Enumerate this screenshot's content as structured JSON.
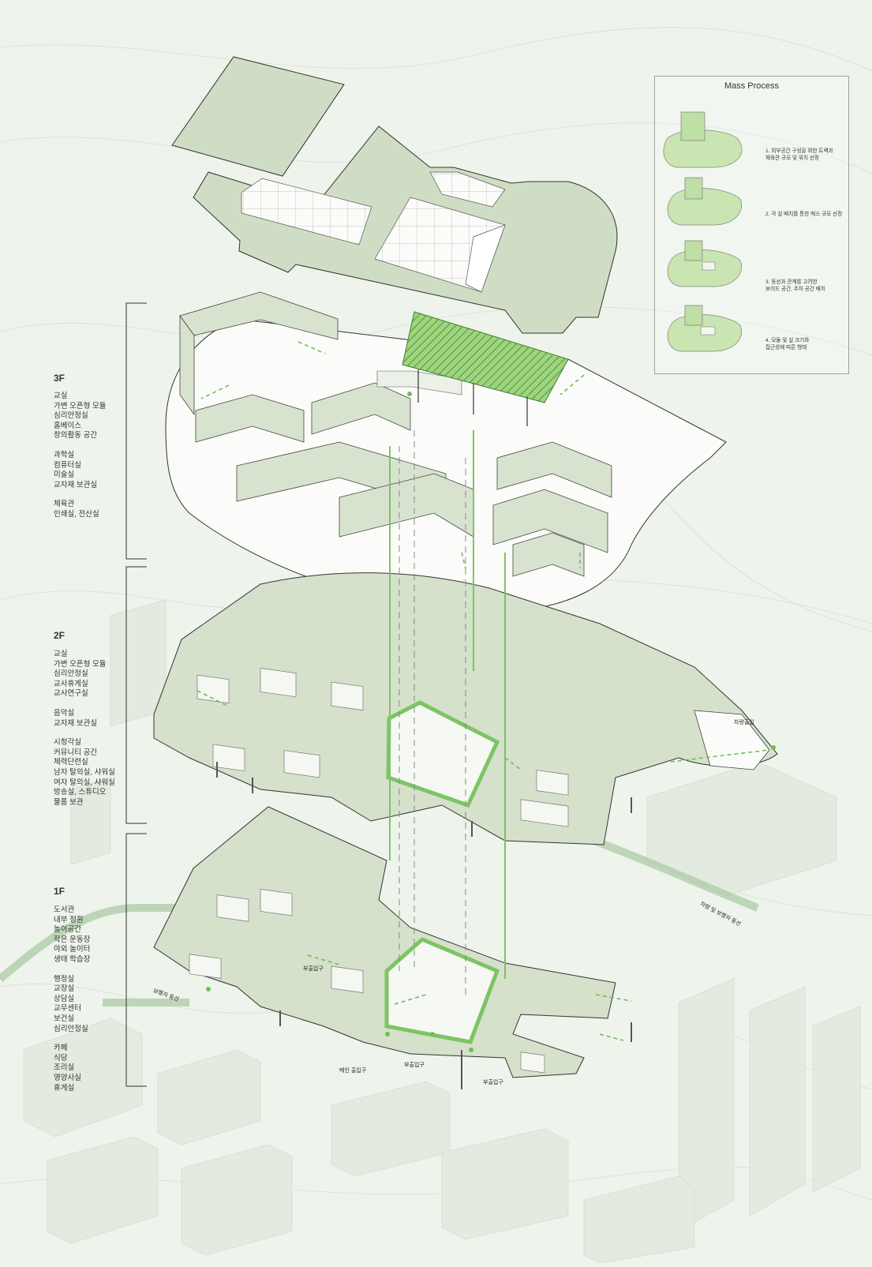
{
  "floors": [
    {
      "title": "3F",
      "groups": [
        [
          "교실",
          "가변 오픈형 모듈",
          "심리안정실",
          "홈베이스",
          "창의활동 공간"
        ],
        [
          "과학실",
          "컴퓨터실",
          "미술실",
          "교자재 보관실"
        ],
        [
          "체육관",
          "인쇄실, 전산실"
        ]
      ]
    },
    {
      "title": "2F",
      "groups": [
        [
          "교실",
          "가변 오픈형 모듈",
          "심리안정실",
          "교사휴게실",
          "교사연구실"
        ],
        [
          "음악실",
          "교자재 보관실"
        ],
        [
          "시청각실",
          "커뮤니티 공간",
          "체력단련실",
          "남자 탈의실, 샤워실",
          "여자 탈의실, 샤워실",
          "방송실, 스튜디오",
          "물품 보관"
        ]
      ]
    },
    {
      "title": "1F",
      "groups": [
        [
          "도서관",
          "내부 정원",
          "놀이공간",
          "작은 운동장",
          "야외 놀이터",
          "생태 학습장"
        ],
        [
          "행정실",
          "교장실",
          "상담실",
          "교무센터",
          "보건실",
          "심리안정실"
        ],
        [
          "카페",
          "식당",
          "조리실",
          "영양사실",
          "휴게실"
        ]
      ]
    }
  ],
  "mass_process": {
    "title": "Mass Process",
    "steps": [
      {
        "caption": [
          "1. 외부공간 구성을 위한 트랙과",
          "    체육관 규모 및 위치 선정"
        ]
      },
      {
        "caption": [
          "2. 각 실 배치를 통한 매스 규모 선정"
        ]
      },
      {
        "caption": [
          "3. 동선과 관계를 고려한",
          "    보이드 공간, 주차 공간 배치"
        ]
      },
      {
        "caption": [
          "4. 모듈 및 실 크기와",
          "    접근성에 따른 형태"
        ]
      }
    ]
  },
  "labels": {
    "vehicle_entrance": "차량출입",
    "vehicle_pedestrian_flow": "차량 및 보행자 동선",
    "pedestrian_flow": "보행자 동선",
    "main_entrance": "메인 출입구",
    "sub_entrance_1": "부출입구",
    "sub_entrance_2": "부출입구",
    "sub_entrance_3": "부출입구"
  },
  "colors": {
    "background": "#eef3ec",
    "mass_green": "#cfddc4",
    "accent_green": "#7dc465",
    "line": "#333333"
  }
}
